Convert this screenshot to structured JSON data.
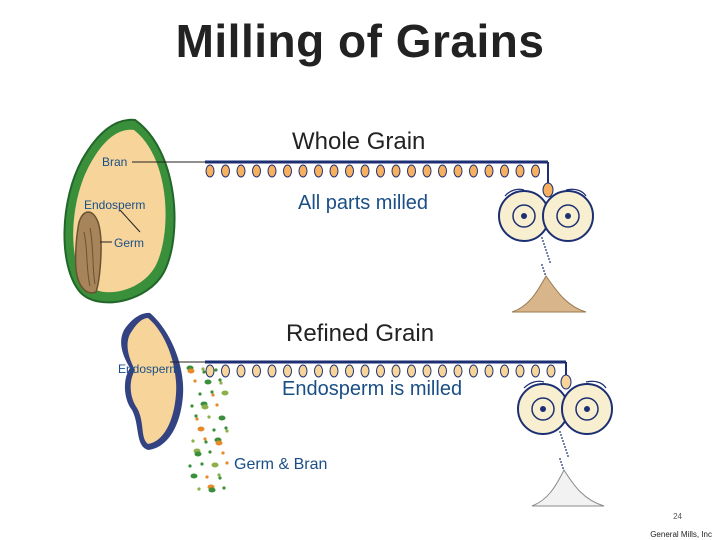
{
  "title": "Milling of Grains",
  "whole": {
    "heading": "Whole Grain",
    "caption": "All parts milled",
    "labels": {
      "bran": "Bran",
      "endosperm": "Endosperm",
      "germ": "Germ"
    }
  },
  "refined": {
    "heading": "Refined Grain",
    "caption": "Endosperm is milled",
    "labels": {
      "endosperm": "Endosperm",
      "byproduct": "Germ & Bran"
    }
  },
  "page_number": "24",
  "footer": "General Mills, Inc",
  "colors": {
    "bran": "#3a8f3a",
    "endosperm": "#f6d49a",
    "germ": "#a7845a",
    "chain": "#1d2f73",
    "flour_whole": "#d8b58a",
    "flour_refined": "#f2f2f2",
    "roller": "#f7efcf",
    "label": "#1a4f86"
  }
}
